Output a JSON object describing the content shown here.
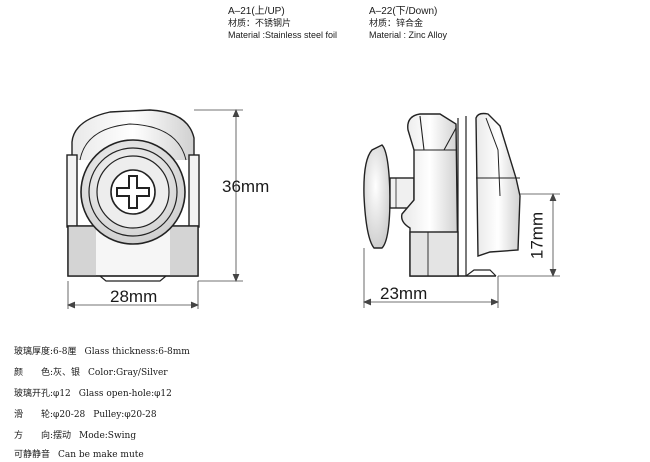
{
  "products": [
    {
      "code": "A–21(上/UP)",
      "material_cn": "材质：不锈钢片",
      "material_en": "Material :Stainless steel foil"
    },
    {
      "code": "A–22(下/Down)",
      "material_cn": "材质：锌合金",
      "material_en": "Material : Zinc Alloy"
    }
  ],
  "dimensions": {
    "front_height": "36mm",
    "front_width": "28mm",
    "side_width": "23mm",
    "side_height": "17mm"
  },
  "specs": [
    {
      "cn": "玻璃厚度:6-8厘",
      "en": "Glass thickness:6-8mm"
    },
    {
      "cn": "颜　　色:灰、银",
      "en": "Color:Gray/Silver"
    },
    {
      "cn": "玻璃开孔:φ12",
      "en": "Glass open-hole:φ12"
    },
    {
      "cn": "滑　　轮:φ20-28",
      "en": "Pulley:φ20-28"
    },
    {
      "cn": "方　　向:摆动",
      "en": "Mode:Swing"
    },
    {
      "cn": "可静静音",
      "en": "Can be make mute"
    }
  ]
}
